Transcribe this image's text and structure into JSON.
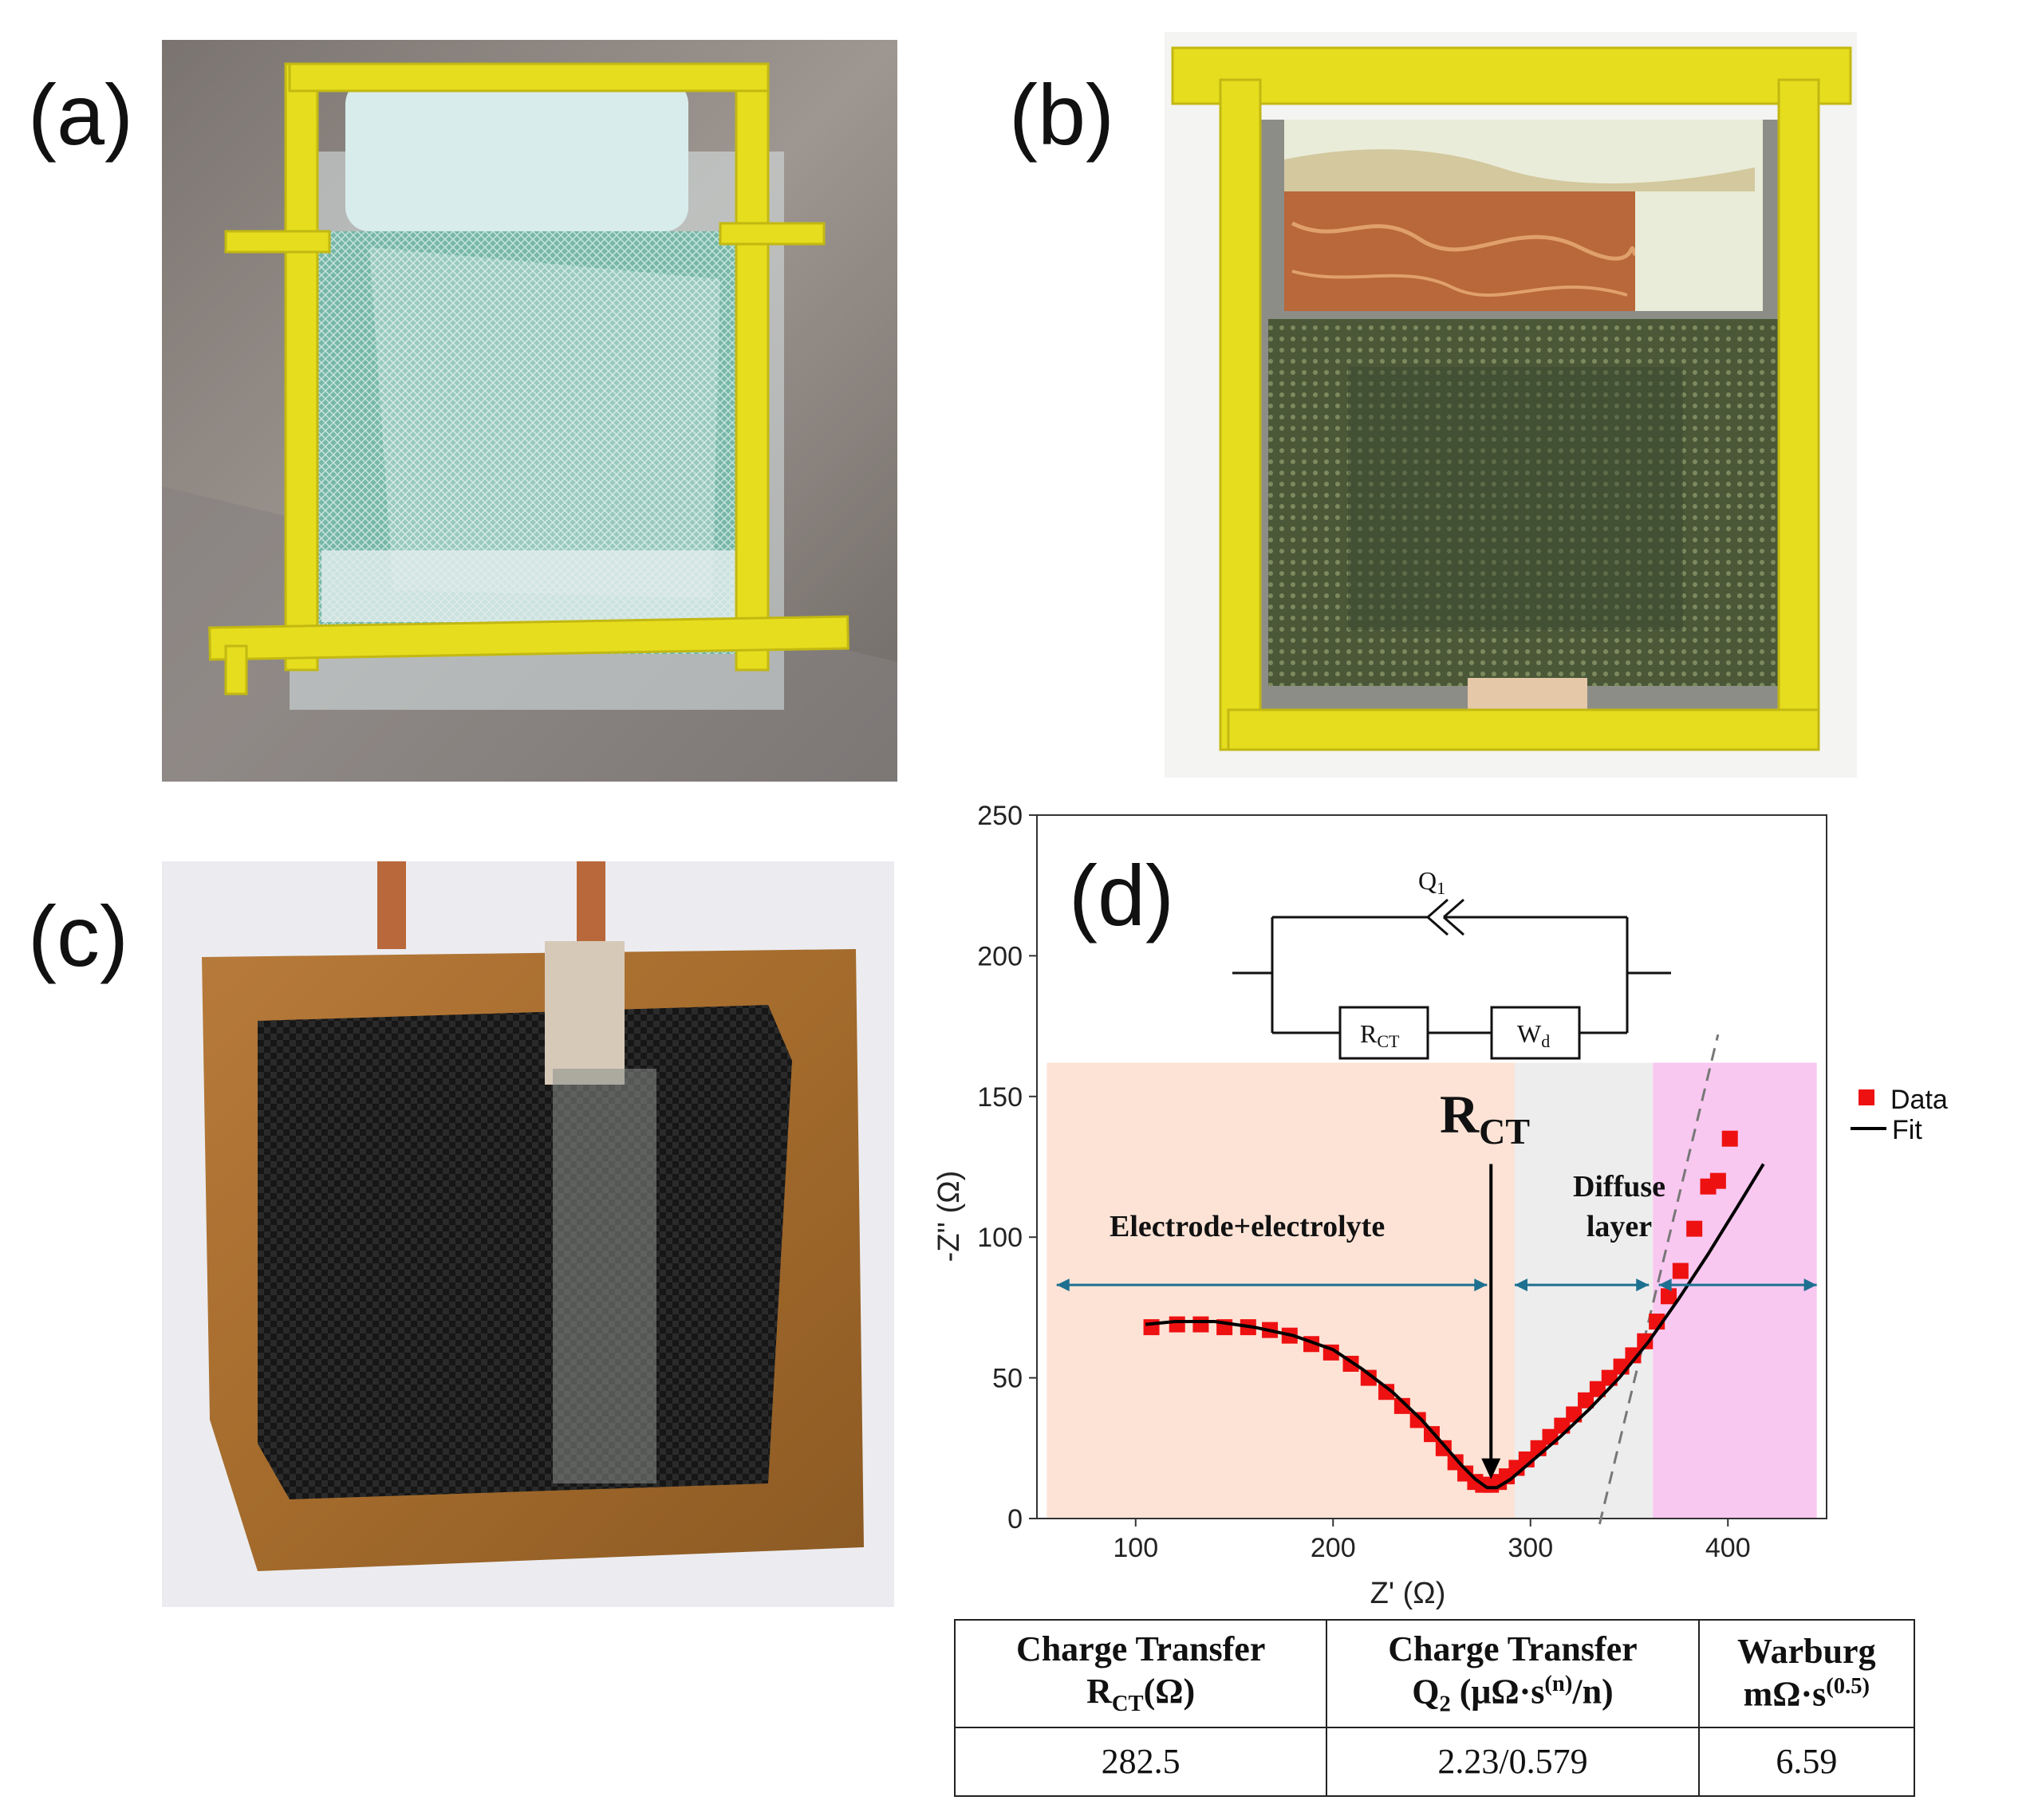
{
  "panels": {
    "a": {
      "label": "(a)"
    },
    "b": {
      "label": "(b)"
    },
    "c": {
      "label": "(c)"
    },
    "d": {
      "label": "(d)"
    }
  },
  "colors": {
    "tape": "#e6dd1e",
    "mesh_a": "#6fb7a6",
    "mesh_b": "#4a5838",
    "copper": "#b8683a",
    "carbon": "#161616",
    "composite": "#a46b2c",
    "region_electrode": "#fde3d6",
    "region_diffuse": "#ededed",
    "region_warburg": "#f8c8f0",
    "data_marker": "#ee1111",
    "fit_line": "#000000",
    "arrow": "#1d7090"
  },
  "chart_data": {
    "type": "scatter",
    "xlabel": "Z' (Ω)",
    "ylabel": "-Z'' (Ω)",
    "xlim": [
      50,
      450
    ],
    "ylim": [
      0,
      250
    ],
    "xticks": [
      100,
      200,
      300,
      400
    ],
    "yticks": [
      0,
      50,
      100,
      150,
      200,
      250
    ],
    "legend_position": "right",
    "series": [
      {
        "name": "Data",
        "marker": "square",
        "x": [
          108,
          121,
          133,
          145,
          157,
          168,
          178,
          189,
          199,
          209,
          218,
          227,
          235,
          243,
          250,
          256,
          262,
          267,
          272,
          276,
          280,
          284,
          288,
          293,
          298,
          304,
          310,
          316,
          322,
          328,
          334,
          340,
          346,
          352,
          358,
          364,
          370,
          376,
          383,
          390,
          395,
          401
        ],
        "y": [
          68,
          69,
          69,
          68,
          68,
          67,
          65,
          62,
          59,
          55,
          50,
          45,
          40,
          35,
          30,
          25,
          20,
          16,
          13,
          12,
          12,
          13,
          15,
          18,
          21,
          25,
          29,
          33,
          37,
          42,
          46,
          50,
          54,
          58,
          63,
          70,
          79,
          88,
          103,
          118,
          120,
          135
        ]
      },
      {
        "name": "Fit",
        "line": "solid",
        "x": [
          105,
          120,
          140,
          160,
          180,
          200,
          215,
          230,
          245,
          255,
          265,
          272,
          278,
          283,
          290,
          300,
          315,
          330,
          345,
          360,
          375,
          390,
          405,
          418
        ],
        "y": [
          69,
          70,
          70,
          68,
          65,
          60,
          53,
          45,
          35,
          27,
          19,
          14,
          11,
          11,
          14,
          20,
          29,
          39,
          50,
          63,
          78,
          94,
          111,
          126
        ]
      },
      {
        "name": "",
        "line": "dashed",
        "x": [
          335,
          395
        ],
        "y": [
          -2,
          172
        ]
      }
    ],
    "regions": [
      {
        "x0": 55,
        "x1": 292,
        "y0": 0,
        "y1": 162,
        "color": "#fde3d6"
      },
      {
        "x0": 292,
        "x1": 362,
        "y0": 0,
        "y1": 162,
        "color": "#ededed"
      },
      {
        "x0": 362,
        "x1": 445,
        "y0": 0,
        "y1": 162,
        "color": "#f8c8f0"
      }
    ],
    "annotations": {
      "rct_label": "R",
      "rct_sub": "CT",
      "electrode_label": "Electrode+electrolyte",
      "diffuse_label_1": "Diffuse",
      "diffuse_label_2": "layer"
    },
    "circuit": {
      "q_label": "Q",
      "q_sub": "1",
      "r_label": "R",
      "r_sub": "CT",
      "w_label": "W",
      "w_sub": "d"
    }
  },
  "table": {
    "headers": [
      {
        "line1": "Charge Transfer",
        "line2_main": "R",
        "line2_sub": "CT",
        "line2_rest": "(Ω)"
      },
      {
        "line1": "Charge Transfer",
        "line2_main": "Q",
        "line2_sub": "2",
        "line2_rest": " (μΩ·s",
        "line2_sup": "(n)",
        "line2_end": "/n)"
      },
      {
        "line1": "Warburg",
        "line2_main": "mΩ·s",
        "line2_sup": "(0.5)"
      }
    ],
    "values": [
      "282.5",
      "2.23/0.579",
      "6.59"
    ]
  }
}
